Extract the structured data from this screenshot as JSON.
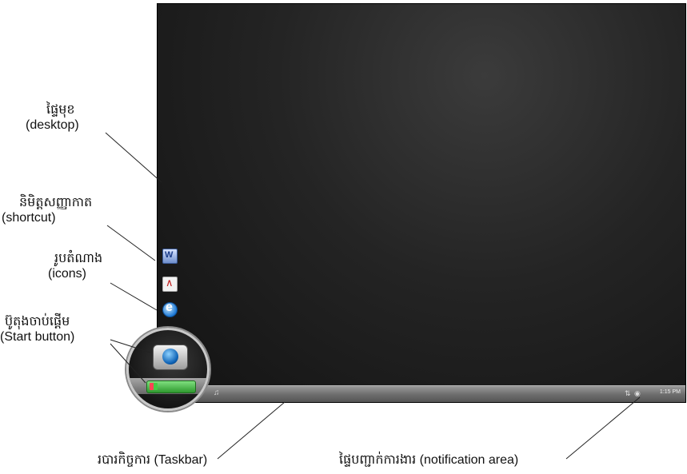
{
  "labels": {
    "desktop": {
      "khmer": "ផ្ទៃមុខ",
      "english": "(desktop)"
    },
    "shortcut": {
      "khmer": "និមិត្តសញ្ញាកាត",
      "english": "(shortcut)"
    },
    "icons": {
      "khmer": "រូបតំណាង",
      "english": "(icons)"
    },
    "start_button": {
      "khmer": "ប៊ូតុងចាប់ផ្តើម",
      "english": "(Start button)"
    },
    "taskbar": {
      "text": "របារកិច្ចការ (Taskbar)"
    },
    "notification_area": {
      "text": "ផ្ទៃបញ្ជាក់ការងារ (notification area)"
    }
  },
  "taskbar": {
    "clock": "1:15 PM"
  },
  "desktop_icons": [
    "word-icon",
    "pdf-icon",
    "internet-explorer-icon"
  ],
  "colors": {
    "desktop": "#1e1e1e",
    "taskbar": "#7a7a7a",
    "start_button": "#3fae3f",
    "leader_line": "#222222"
  }
}
